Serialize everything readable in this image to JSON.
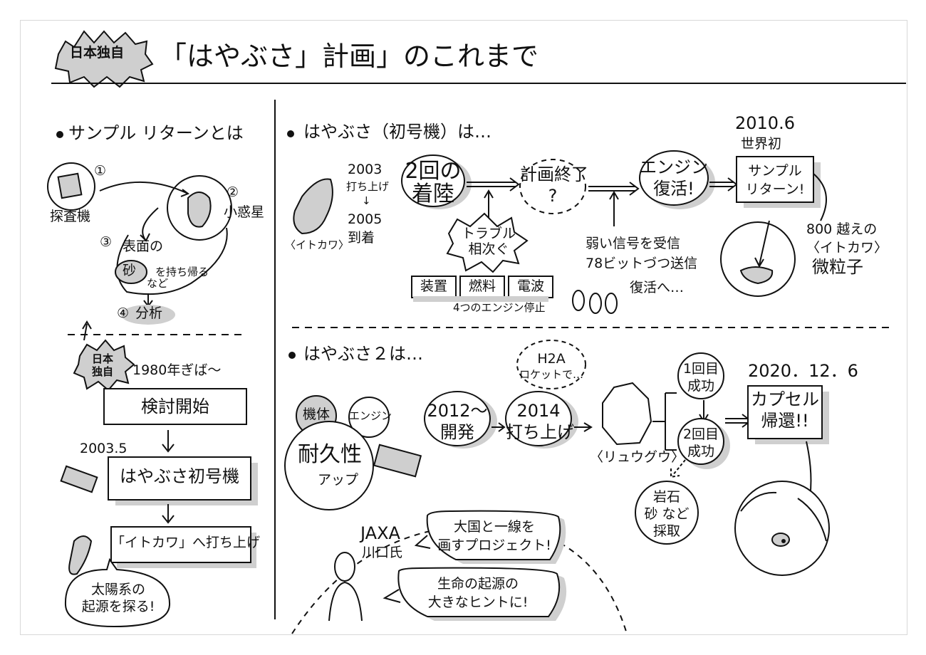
{
  "header": {
    "badge": "日本独自",
    "title": "「はやぶさ」計画」のこれまで"
  },
  "sample_return": {
    "heading": "サンプル リターンとは",
    "probe": "探査機",
    "asteroid": "小惑星",
    "step1": "①",
    "step2": "②",
    "step3": "③",
    "step4": "④",
    "surface": "表面の",
    "sand": "砂",
    "nado": "など",
    "bring_back": "を持ち帰る",
    "analysis": "分析"
  },
  "history": {
    "badge_line1": "日本",
    "badge_line2": "独自",
    "era": "1980年ぎば〜",
    "study_start": "検討開始",
    "date_2003_5": "2003.5",
    "hayabusa1": "はやぶさ初号機",
    "itokawa_launch": "「イトカワ」へ打ち上げ",
    "origin_line1": "太陽系の",
    "origin_line2": "起源を探る!"
  },
  "hayabusa1": {
    "heading": "はやぶさ（初号機）は…",
    "itokawa_label": "〈イトカワ〉",
    "y2003": "2003",
    "launch": "打ち上げ",
    "arrow": "↓",
    "y2005": "2005",
    "arrival": "到着",
    "landing_line1": "2回の",
    "landing_line2": "着陸",
    "trouble_line1": "トラブル",
    "trouble_line2": "相次ぐ",
    "plan_end_line1": "計画終了",
    "plan_end_line2": "?",
    "failures": [
      "装置",
      "燃料",
      "電波"
    ],
    "engine_stop": "4つのエンジン停止",
    "weak_signal": "弱い信号を受信",
    "bits": "78ビットづつ送信",
    "revival": "復活へ…",
    "engine_line1": "エンジン",
    "engine_line2": "復活!",
    "date_2010": "2010.6",
    "world_first": "世界初",
    "sample_line1": "サンプル",
    "sample_line2": "リターン!",
    "particles_line1": "800 越えの",
    "particles_line2": "〈イトカワ〉",
    "particles_line3": "微粒子"
  },
  "hayabusa2": {
    "heading": "はやぶさ２は…",
    "body": "機体",
    "engine": "エンジン",
    "durability": "耐久性",
    "up": "アップ",
    "dev_line1": "2012〜",
    "dev_line2": "開発",
    "launch_line1": "2014",
    "launch_line2": "打ち上げ",
    "rocket_line1": "H2A",
    "rocket_line2": "ロケットで…",
    "ryugu": "〈リュウグウ〉",
    "first_line1": "1回目",
    "first_line2": "成功",
    "second_line1": "2回目",
    "second_line2": "成功",
    "rock_line1": "岩石",
    "rock_line2": "砂 など",
    "rock_line3": "採取",
    "date_2020": "2020．12．6",
    "capsule_line1": "カプセル",
    "capsule_line2": "帰還!!",
    "jaxa": "JAXA",
    "person": "川口氏",
    "quote1_line1": "大国と一線を",
    "quote1_line2": "画すプロジェクト!",
    "quote2_line1": "生命の起源の",
    "quote2_line2": "大きなヒントに!"
  },
  "colors": {
    "ink": "#111111",
    "shade": "#cfcfcf"
  }
}
